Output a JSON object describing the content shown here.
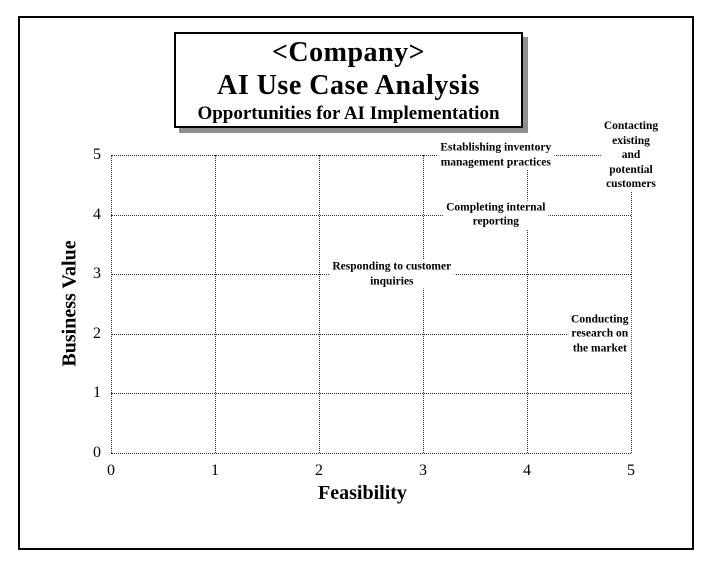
{
  "title_box": {
    "line1": "<Company>",
    "line2": "AI Use Case Analysis",
    "line3": "Opportunities for AI Implementation"
  },
  "chart_data": {
    "type": "scatter",
    "title": "<Company> AI Use Case Analysis",
    "subtitle": "Opportunities for AI Implementation",
    "xlabel": "Feasibility",
    "ylabel": "Business Value",
    "xlim": [
      0,
      5
    ],
    "ylim": [
      0,
      5
    ],
    "xticks": [
      0,
      1,
      2,
      3,
      4,
      5
    ],
    "yticks": [
      0,
      1,
      2,
      3,
      4,
      5
    ],
    "grid": true,
    "grid_style": "dotted",
    "legend": false,
    "points": [
      {
        "label": "Establishing inventory\nmanagement practices",
        "x": 3.7,
        "y": 5
      },
      {
        "label": "Contacting existing and\npotential customers",
        "x": 5,
        "y": 5
      },
      {
        "label": "Completing internal\nreporting",
        "x": 3.7,
        "y": 4
      },
      {
        "label": "Responding to customer\ninquiries",
        "x": 2.7,
        "y": 3
      },
      {
        "label": "Conducting research on\nthe market",
        "x": 4.7,
        "y": 2
      }
    ]
  },
  "colors": {
    "text": "#000000",
    "frame_border": "#000000",
    "gridline": "#2a2a2a",
    "title_box_shadow": "#8f8f8f",
    "background": "#ffffff"
  }
}
